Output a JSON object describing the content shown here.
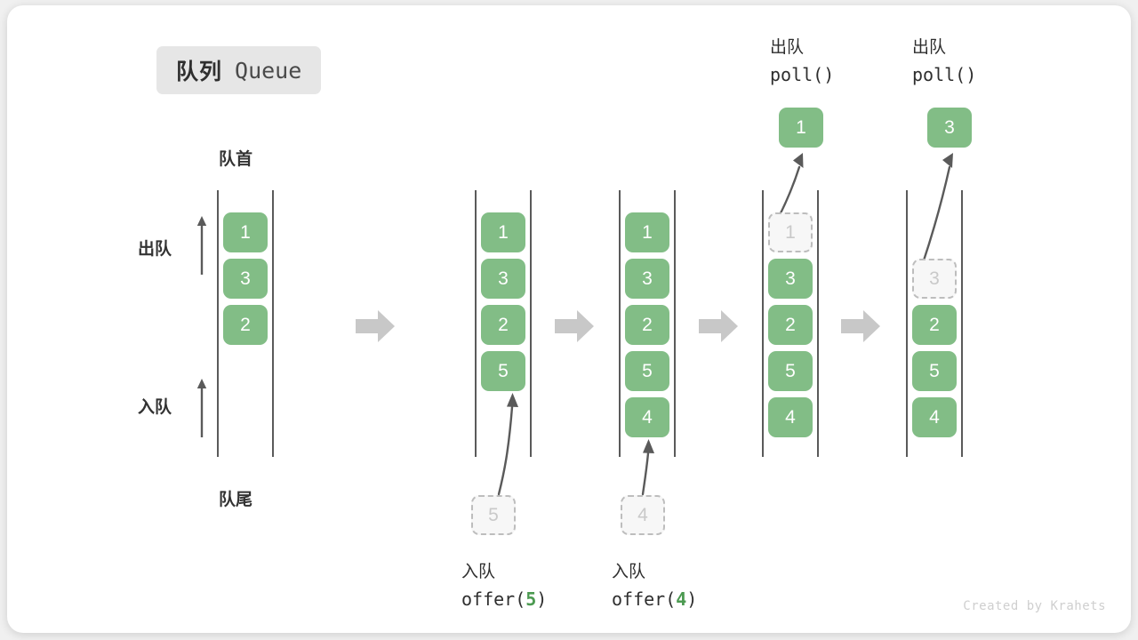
{
  "title": {
    "cn": "队列",
    "en": "Queue"
  },
  "labels": {
    "head": "队首",
    "tail": "队尾",
    "dequeue": "出队",
    "enqueue": "入队"
  },
  "watermark": "Created by Krahets",
  "colors": {
    "box_fill": "#82bd86",
    "box_text": "#ffffff",
    "ghost_fill": "#f7f7f7",
    "ghost_border": "#bdbdbd",
    "ghost_text": "#c9c9c9",
    "rail": "#5a5a5a",
    "arrow": "#5a5a5a",
    "separator": "#c8c8c8",
    "accent": "#4c9a51",
    "badge_bg": "#e6e6e6"
  },
  "steps": [
    {
      "name": "initial",
      "items": [
        "1",
        "3",
        "2"
      ],
      "ghost_slot": null,
      "ghost_value": null,
      "incoming": null,
      "op_cn": null,
      "op_code": null,
      "popped": null,
      "pop_cn": null,
      "pop_code": null
    },
    {
      "name": "after-offer-5",
      "items": [
        "1",
        "3",
        "2",
        "5"
      ],
      "ghost_slot": null,
      "ghost_value": null,
      "incoming": "5",
      "op_cn": "入队",
      "op_code": "offer(5)",
      "op_code_prefix": "offer(",
      "op_code_value": "5",
      "op_code_suffix": ")",
      "popped": null,
      "pop_cn": null,
      "pop_code": null
    },
    {
      "name": "after-offer-4",
      "items": [
        "1",
        "3",
        "2",
        "5",
        "4"
      ],
      "ghost_slot": null,
      "ghost_value": null,
      "incoming": "4",
      "op_cn": "入队",
      "op_code": "offer(4)",
      "op_code_prefix": "offer(",
      "op_code_value": "4",
      "op_code_suffix": ")",
      "popped": null,
      "pop_cn": null,
      "pop_code": null
    },
    {
      "name": "poll-1",
      "items": [
        "3",
        "2",
        "5",
        "4"
      ],
      "ghost_slot": 0,
      "ghost_value": "1",
      "incoming": null,
      "op_cn": null,
      "op_code": null,
      "popped": "1",
      "pop_cn": "出队",
      "pop_code": "poll()"
    },
    {
      "name": "poll-3",
      "items": [
        "2",
        "5",
        "4"
      ],
      "ghost_slot": 1,
      "ghost_value": "3",
      "incoming": null,
      "op_cn": null,
      "op_code": null,
      "popped": "3",
      "pop_cn": "出队",
      "pop_code": "poll()"
    }
  ]
}
